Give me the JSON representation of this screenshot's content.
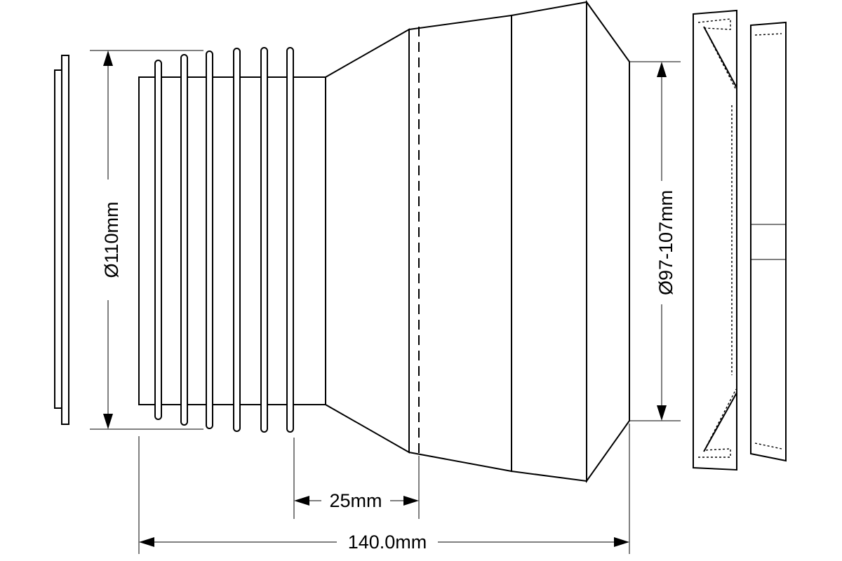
{
  "dimensions": {
    "inlet_diameter": "Ø110mm",
    "outlet_diameter": "Ø97-107mm",
    "insertion_depth": "25mm",
    "overall_length": "140.0mm"
  },
  "colors": {
    "line": "#000000",
    "background": "#ffffff"
  }
}
